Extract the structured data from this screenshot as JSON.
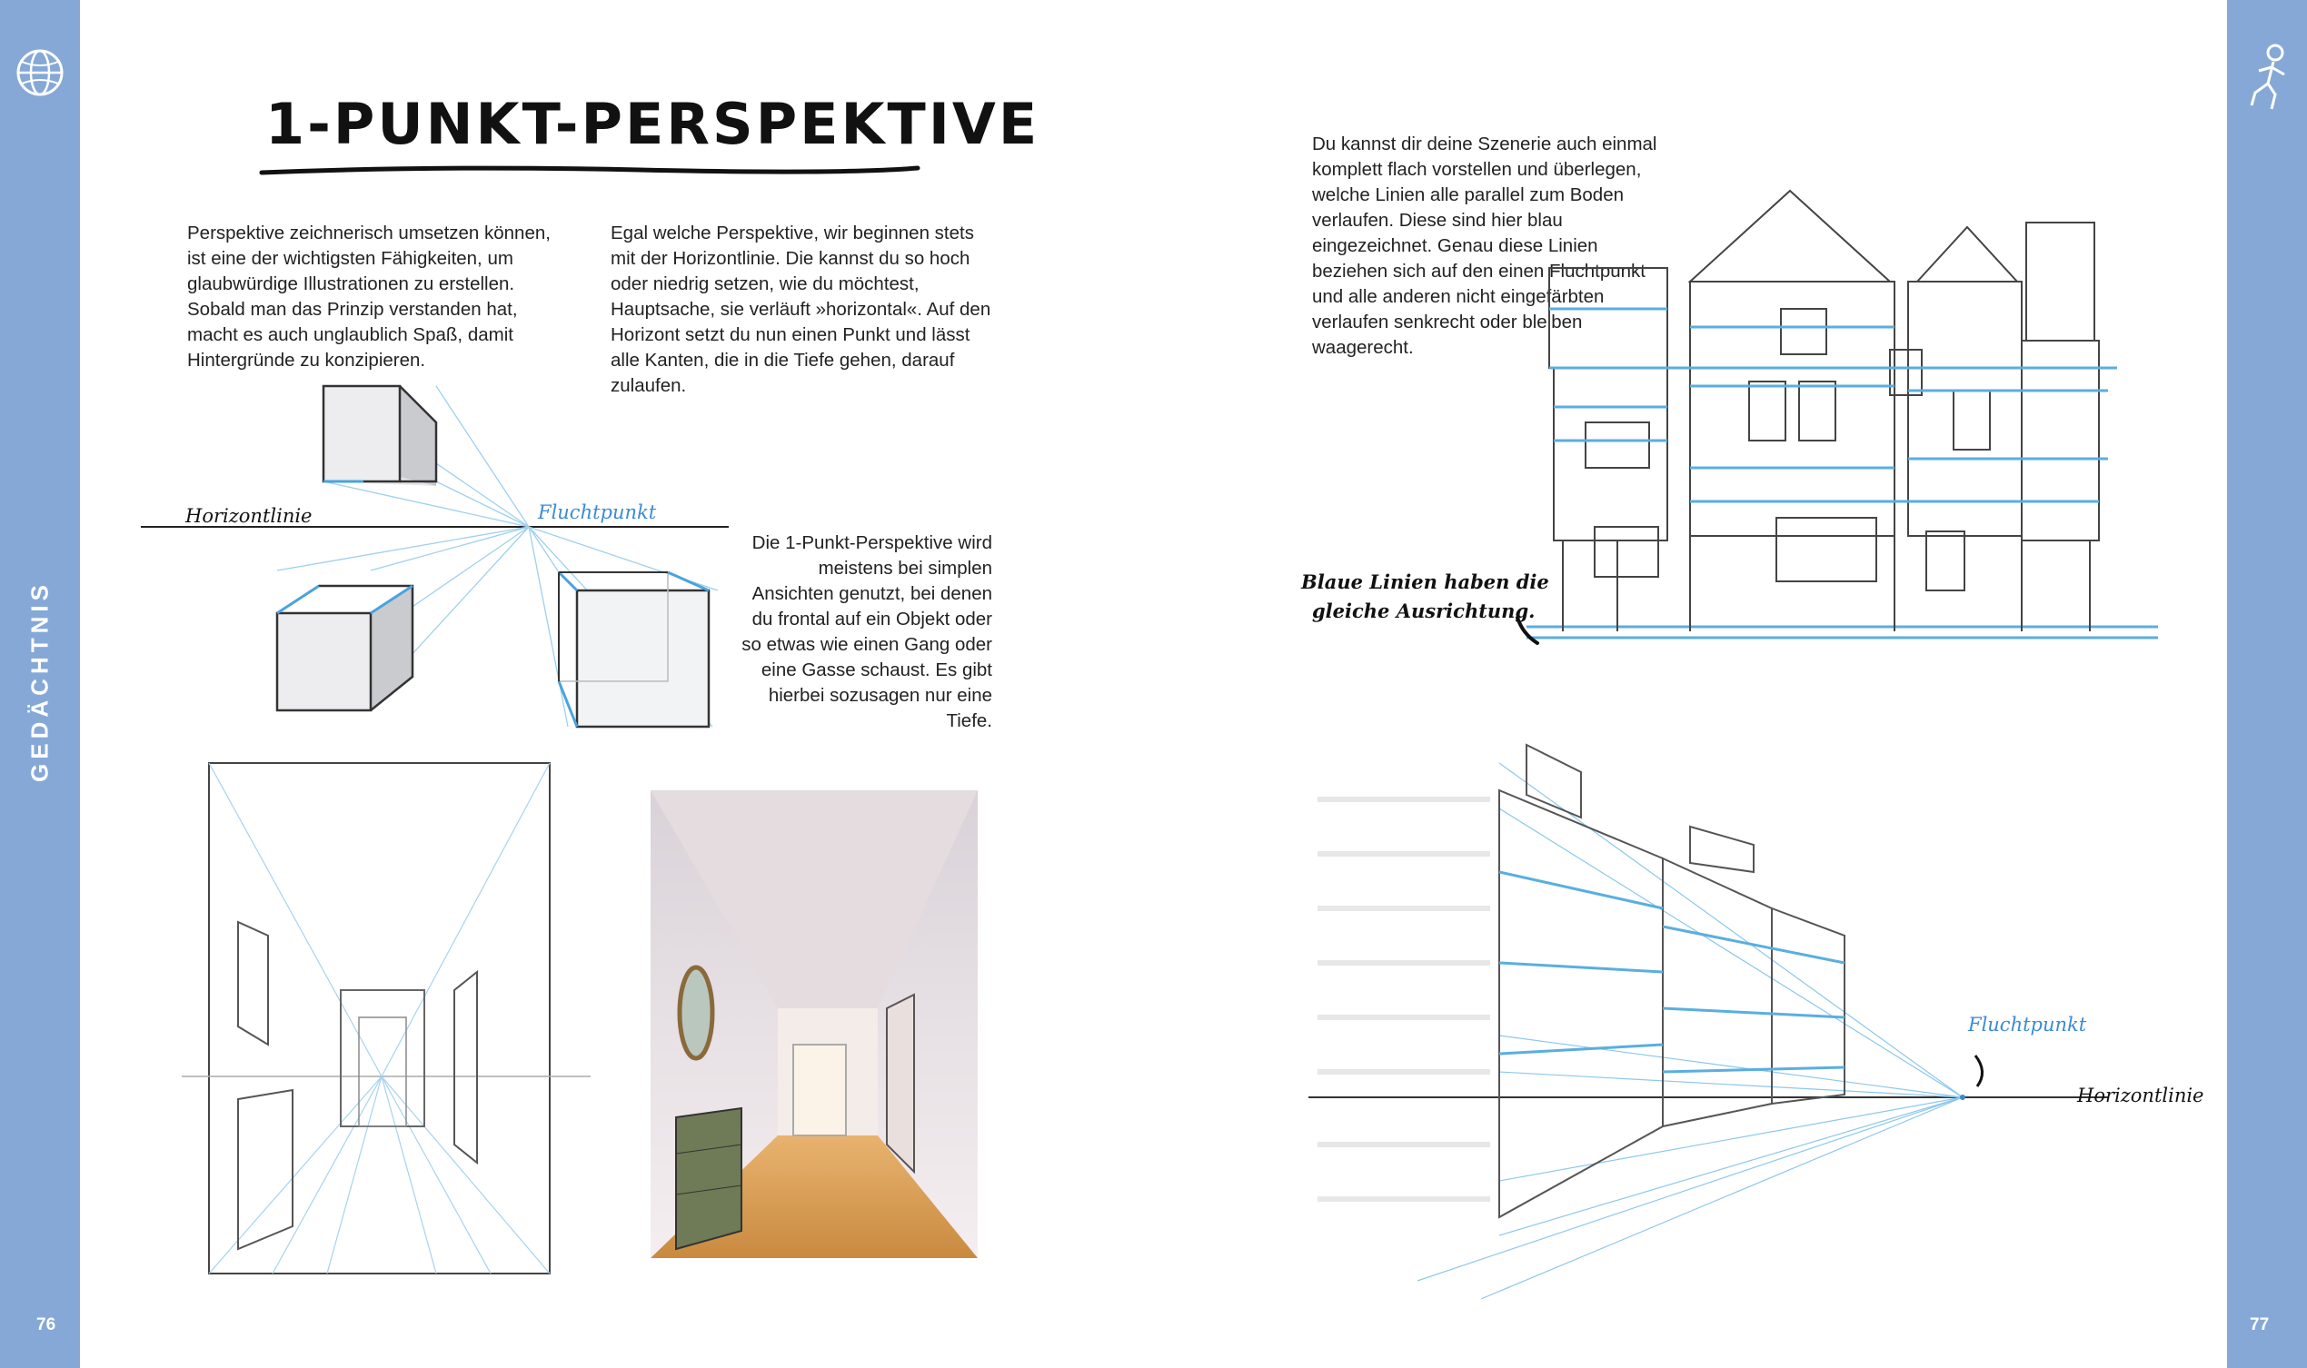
{
  "page": {
    "title": "1-PUNKT-PERSPEKTIVE",
    "section": "GEDÄCHTNIS",
    "page_left": "76",
    "page_right": "77"
  },
  "text": {
    "intro_left": "Perspektive zeichnerisch umsetzen können, ist eine der wichtigsten Fähigkeiten, um glaubwürdige Illustrationen zu erstellen. Sobald man das Prinzip verstanden hat, macht es auch unglaublich Spaß, damit Hintergründe zu konzipieren.",
    "intro_right": "Egal welche Perspektive, wir beginnen stets mit der Horizontlinie. Die kannst du so hoch oder niedrig setzen, wie du möchtest, Hauptsache, sie verläuft »horizontal«. Auf den Horizont setzt du nun einen Punkt und lässt alle Kanten, die in die Tiefe gehen, darauf zulaufen.",
    "one_point": "Die 1-Punkt-Perspektive wird meistens bei simplen Ansichten genutzt, bei denen du frontal auf ein Objekt oder so etwas wie einen Gang oder eine Gasse schaust. Es gibt hierbei sozusagen nur eine Tiefe.",
    "flat_scene": "Du kannst dir deine Szenerie auch einmal komplett flach vorstellen und überlegen, welche Linien alle parallel zum Boden verlaufen. Diese sind hier blau eingezeichnet. Genau diese Linien beziehen sich auf den einen Fluchtpunkt und alle anderen nicht eingefärbten verlaufen senkrecht oder bleiben waagerecht."
  },
  "labels": {
    "horizon": "Horizontlinie",
    "vanishing": "Fluchtpunkt",
    "blue_lines_1": "Blaue Linien haben die",
    "blue_lines_2": "gleiche Ausrichtung.",
    "street_vanishing": "Fluchtpunkt",
    "street_horizon": "Horizontlinie"
  },
  "icons": {
    "left": "globe-icon",
    "right": "running-figure-icon"
  },
  "colors": {
    "band": "#86a8d6",
    "accent_blue": "#3a8ad6",
    "line_blue": "#7fbde6"
  }
}
